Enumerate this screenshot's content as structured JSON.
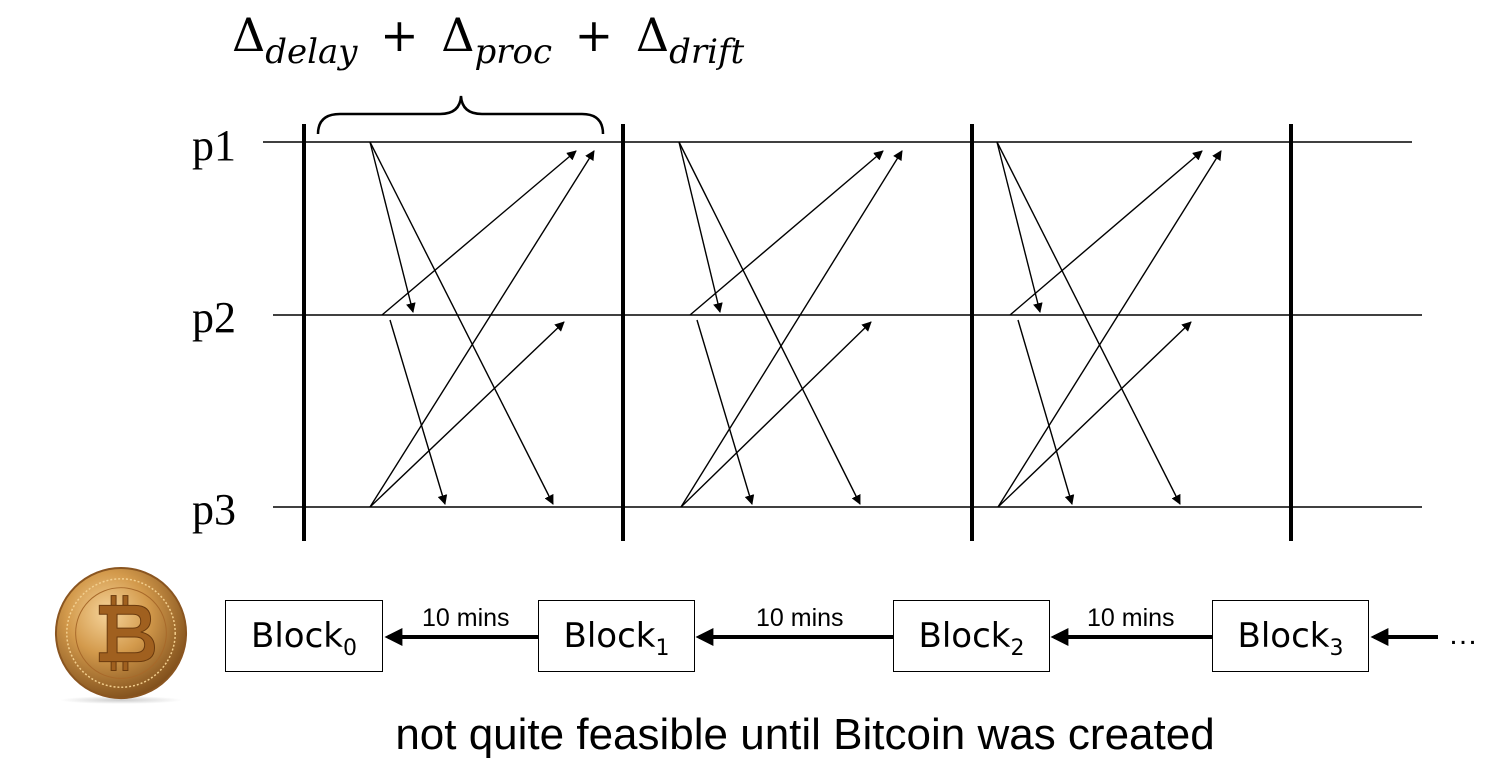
{
  "formula": {
    "delta": "Δ",
    "plus": "+",
    "term1": "delay",
    "term2": "proc",
    "term3": "drift"
  },
  "processes": [
    "p1",
    "p2",
    "p3"
  ],
  "blocks": [
    {
      "name": "Block",
      "sub": "0"
    },
    {
      "name": "Block",
      "sub": "1"
    },
    {
      "name": "Block",
      "sub": "2"
    },
    {
      "name": "Block",
      "sub": "3"
    }
  ],
  "interval_label": "10 mins",
  "ellipsis": "…",
  "caption": "not quite feasible until Bitcoin was created",
  "icons": {
    "coin": "bitcoin-coin-icon"
  },
  "colors": {
    "ink": "#000000",
    "coin_gold": "#c98a3a",
    "coin_dark": "#7a4a18"
  }
}
